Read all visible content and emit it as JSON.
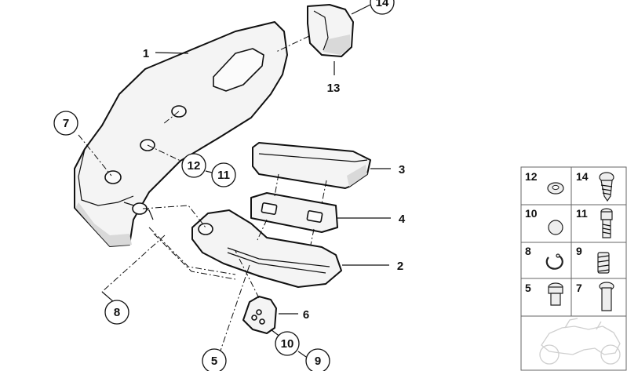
{
  "labels": {
    "l1": "1",
    "l2": "2",
    "l3": "3",
    "l4": "4",
    "l5": "5",
    "l6": "6",
    "l7": "7",
    "l8": "8",
    "l9": "9",
    "l10": "10",
    "l11": "11",
    "l12": "12",
    "l13": "13",
    "l14": "14"
  },
  "parts_table": {
    "c12": "12",
    "c14": "14",
    "c10": "10",
    "c11": "11",
    "c8": "8",
    "c9": "9",
    "c5": "5",
    "c7": "7"
  }
}
